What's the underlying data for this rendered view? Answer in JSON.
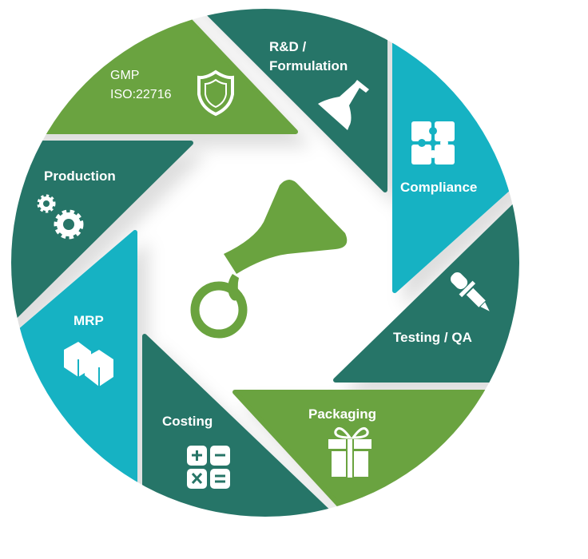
{
  "colors": {
    "green": "#6aa33f",
    "teal": "#277567",
    "cyan": "#16b2c3"
  },
  "segments": [
    {
      "id": "gmp",
      "lines": [
        "GMP",
        "ISO:22716"
      ],
      "icon": "shield-icon",
      "color": "green"
    },
    {
      "id": "rnd",
      "lines": [
        "R&D /",
        "Formulation"
      ],
      "icon": "flask-icon",
      "color": "teal"
    },
    {
      "id": "compliance",
      "lines": [
        "Compliance"
      ],
      "icon": "puzzle-icon",
      "color": "cyan"
    },
    {
      "id": "testing",
      "lines": [
        "Testing / QA"
      ],
      "icon": "pipette-icon",
      "color": "teal"
    },
    {
      "id": "packaging",
      "lines": [
        "Packaging"
      ],
      "icon": "gift-icon",
      "color": "green"
    },
    {
      "id": "costing",
      "lines": [
        "Costing"
      ],
      "icon": "calculator-icon",
      "color": "teal"
    },
    {
      "id": "mrp",
      "lines": [
        "MRP"
      ],
      "icon": "boxes-icon",
      "color": "cyan"
    },
    {
      "id": "production",
      "lines": [
        "Production"
      ],
      "icon": "gears-icon",
      "color": "teal"
    }
  ],
  "center": {
    "icon": "flask-drop-logo-icon"
  }
}
